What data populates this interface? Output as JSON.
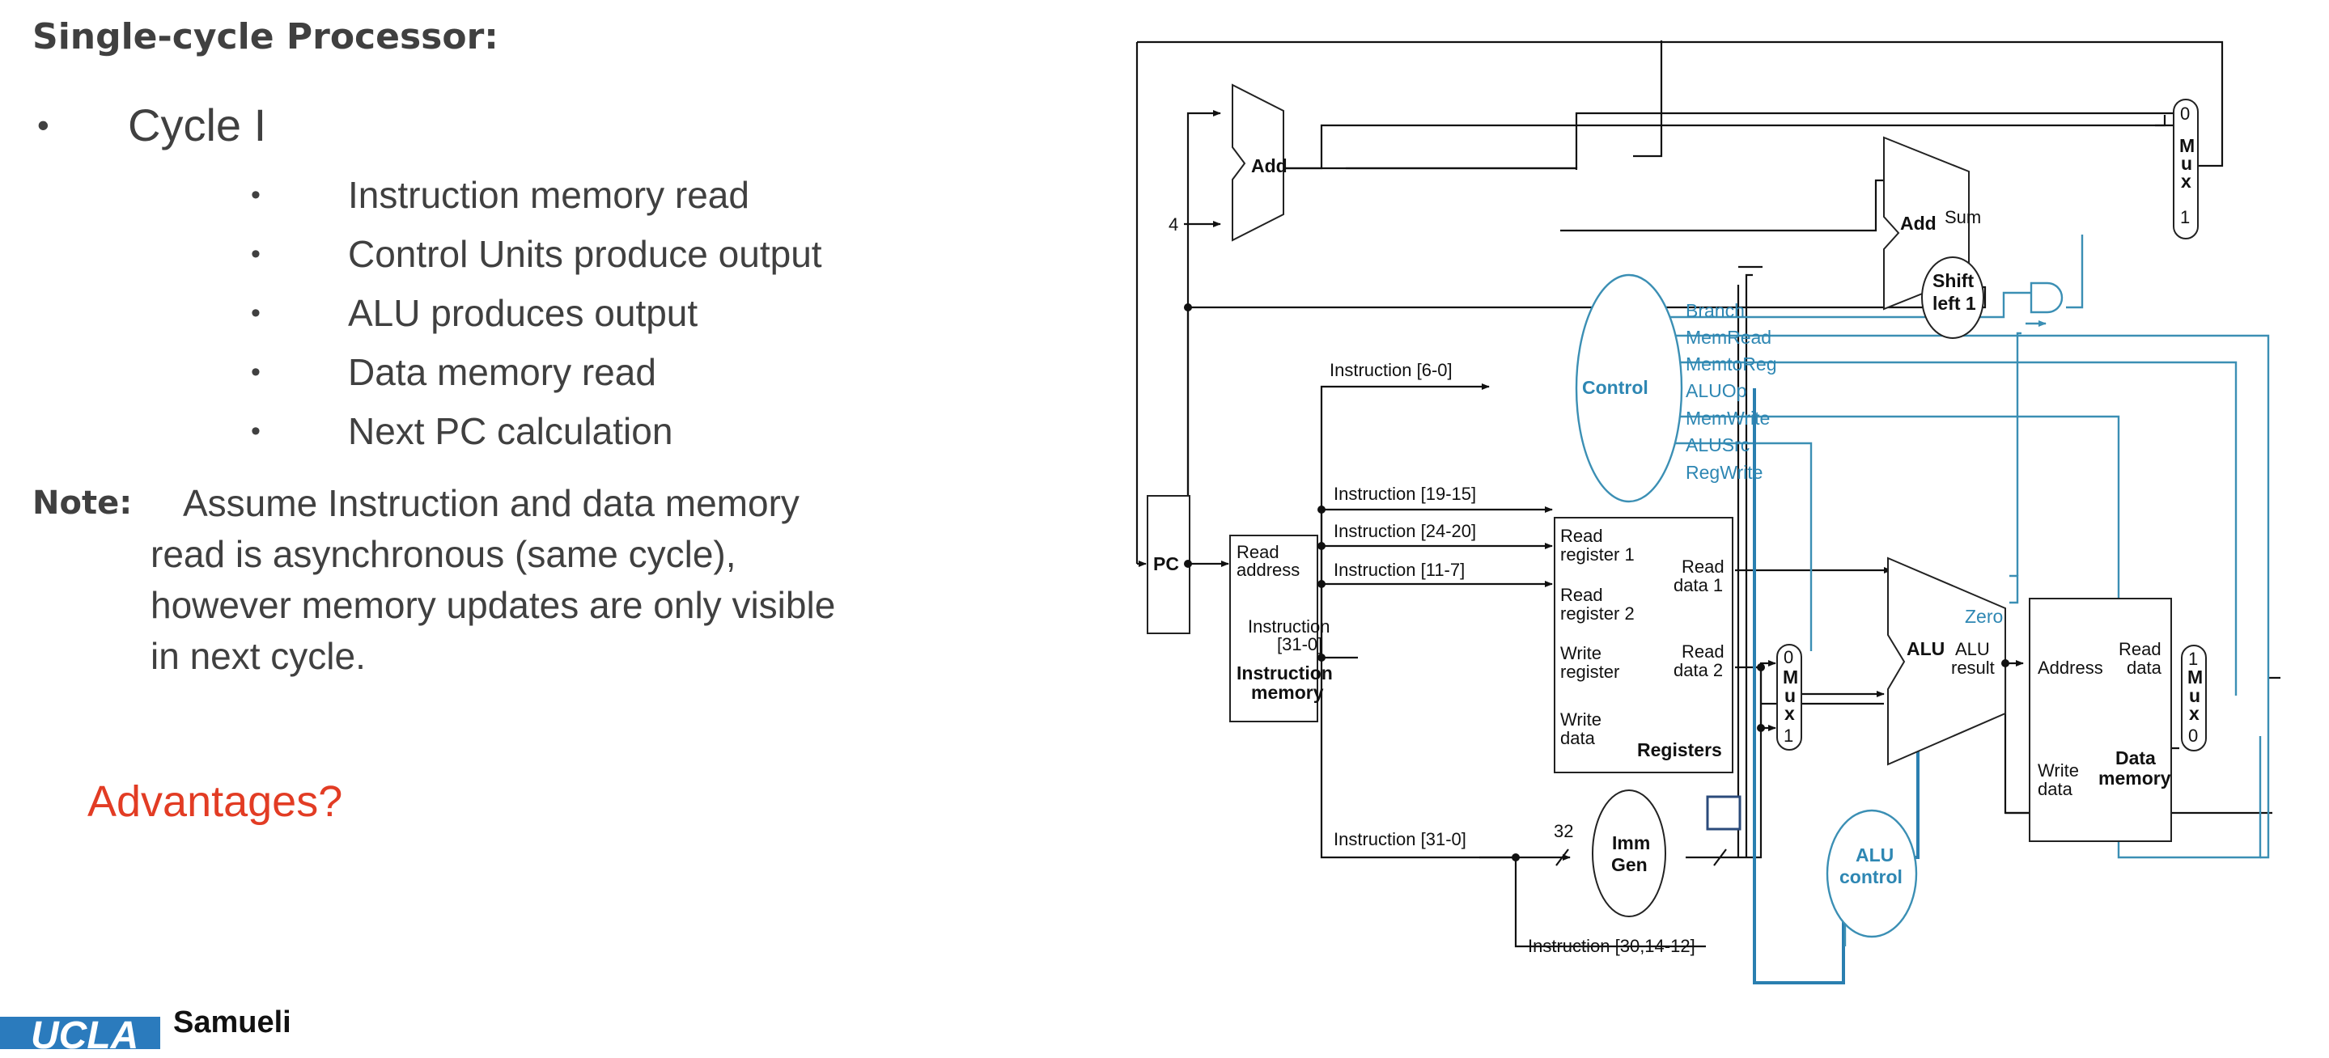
{
  "slide": {
    "title": "Single-cycle Processor:",
    "bullet": "Cycle I",
    "sub_bullets": [
      "Instruction memory read",
      "Control Units produce output",
      "ALU produces output",
      "Data memory read",
      "Next PC calculation"
    ],
    "note_label": "Note:",
    "note_text": "Assume Instruction and data memory read is asynchronous (same cycle), however memory updates are only visible in next cycle.",
    "question": "Advantages?",
    "logo_ucla": "UCLA",
    "logo_samueli": "Samueli"
  },
  "diagram": {
    "pc": "PC",
    "add": "Add",
    "const_four": "4",
    "add_sum": "Add",
    "sum_label": "Sum",
    "shift_l1": "Shift",
    "shift_l2": "left 1",
    "control": "Control",
    "signals": [
      "Branch",
      "MemRead",
      "MemtoReg",
      "ALUOp",
      "MemWrite",
      "ALUSrc",
      "RegWrite"
    ],
    "instr_fields": {
      "f6_0": "Instruction [6-0]",
      "f19_15": "Instruction [19-15]",
      "f24_20": "Instruction [24-20]",
      "f11_7": "Instruction [11-7]",
      "f31_0": "Instruction [31-0]",
      "f30_14_12": "Instruction [30,14-12]"
    },
    "imem": {
      "read1": "Read",
      "read2": "address",
      "instr1": "Instruction",
      "instr2": "[31-0]",
      "title1": "Instruction",
      "title2": "memory"
    },
    "regs": {
      "rr1a": "Read",
      "rr1b": "register 1",
      "rr2a": "Read",
      "rr2b": "register 2",
      "wra": "Write",
      "wrb": "register",
      "wda": "Write",
      "wdb": "data",
      "rd1a": "Read",
      "rd1b": "data 1",
      "rd2a": "Read",
      "rd2b": "data 2",
      "title": "Registers"
    },
    "imm1": "Imm",
    "imm2": "Gen",
    "width": "32",
    "alu": "ALU",
    "alu_zero": "Zero",
    "alu_res1": "ALU",
    "alu_res2": "result",
    "aluctl1": "ALU",
    "aluctl2": "control",
    "dmem": {
      "address": "Address",
      "rd1": "Read",
      "rd2": "data",
      "wd1": "Write",
      "wd2": "data",
      "t1": "Data",
      "t2": "memory"
    },
    "mux_letters": [
      "M",
      "u",
      "x"
    ],
    "sel_zero": "0",
    "sel_one": "1"
  },
  "colors": {
    "control_blue": "#3b8fb4",
    "accent_red": "#e23c24",
    "text_gray": "#404040",
    "ucla_blue": "#2b7bbd"
  }
}
